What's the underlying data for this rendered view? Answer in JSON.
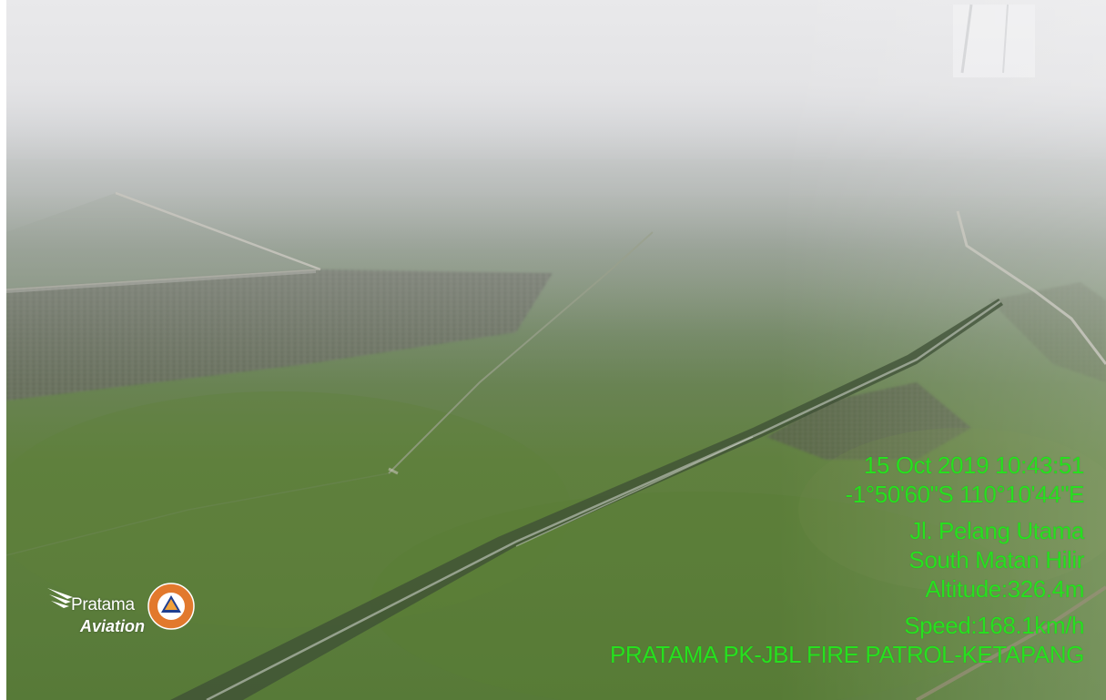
{
  "overlay": {
    "datetime": "15 Oct 2019 10:43:51",
    "coordinates": "-1°50'60\"S 110°10'44\"E",
    "street": "Jl. Pelang Utama",
    "area": "South Matan Hilir",
    "altitude": "Altitude:326.4m",
    "speed": "Speed:168.1km/h",
    "mission": "PRATAMA PK-JBL FIRE PATROL-KETAPANG"
  },
  "logo": {
    "name": "Pratama",
    "subtitle": "Aviation"
  },
  "icons": {
    "wing": "wing-icon",
    "badge": "disaster-agency-badge"
  },
  "colors": {
    "overlay_text": "#27e01f",
    "haze_sky": "#e4e4e6",
    "vegetation": "#5c7a45"
  }
}
